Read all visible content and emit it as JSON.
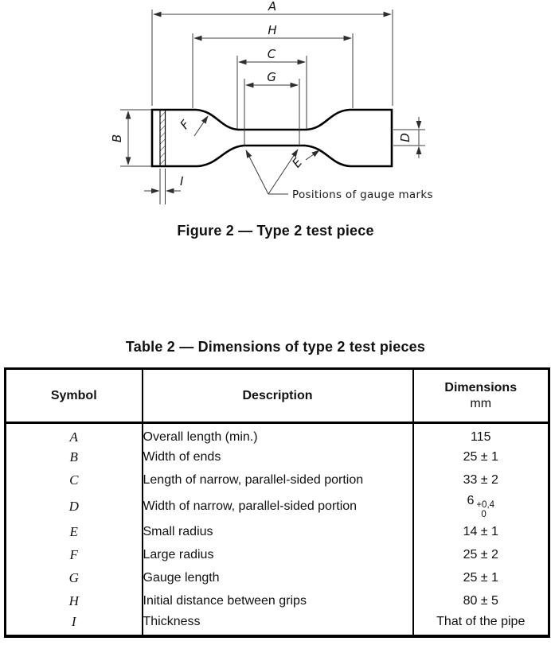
{
  "figure": {
    "caption": "Figure 2 — Type 2 test piece",
    "annotation": "Positions of gauge marks",
    "labels": {
      "A": "A",
      "H": "H",
      "C": "C",
      "G": "G",
      "B": "B",
      "D": "D",
      "E": "E",
      "F": "F",
      "I": "I"
    }
  },
  "table": {
    "title": "Table 2 — Dimensions of type 2 test pieces",
    "headers": {
      "symbol": "Symbol",
      "description": "Description",
      "dimensions": "Dimensions",
      "unit": "mm"
    },
    "rows": [
      {
        "symbol": "A",
        "description": "Overall length (min.)",
        "dimension": "115"
      },
      {
        "symbol": "B",
        "description": "Width of ends",
        "dimension": "25 ± 1"
      },
      {
        "symbol": "C",
        "description": "Length of narrow, parallel-sided portion",
        "dimension": "33 ± 2"
      },
      {
        "symbol": "D",
        "description": "Width of narrow, parallel-sided portion",
        "dimension": "6",
        "tolerance_plus": "+0,4",
        "tolerance_minus": "0"
      },
      {
        "symbol": "E",
        "description": "Small radius",
        "dimension": "14 ± 1"
      },
      {
        "symbol": "F",
        "description": "Large radius",
        "dimension": "25 ± 2"
      },
      {
        "symbol": "G",
        "description": "Gauge length",
        "dimension": "25 ± 1"
      },
      {
        "symbol": "H",
        "description": "Initial distance between grips",
        "dimension": "80 ± 5"
      },
      {
        "symbol": "I",
        "description": "Thickness",
        "dimension": "That of the pipe"
      }
    ]
  }
}
